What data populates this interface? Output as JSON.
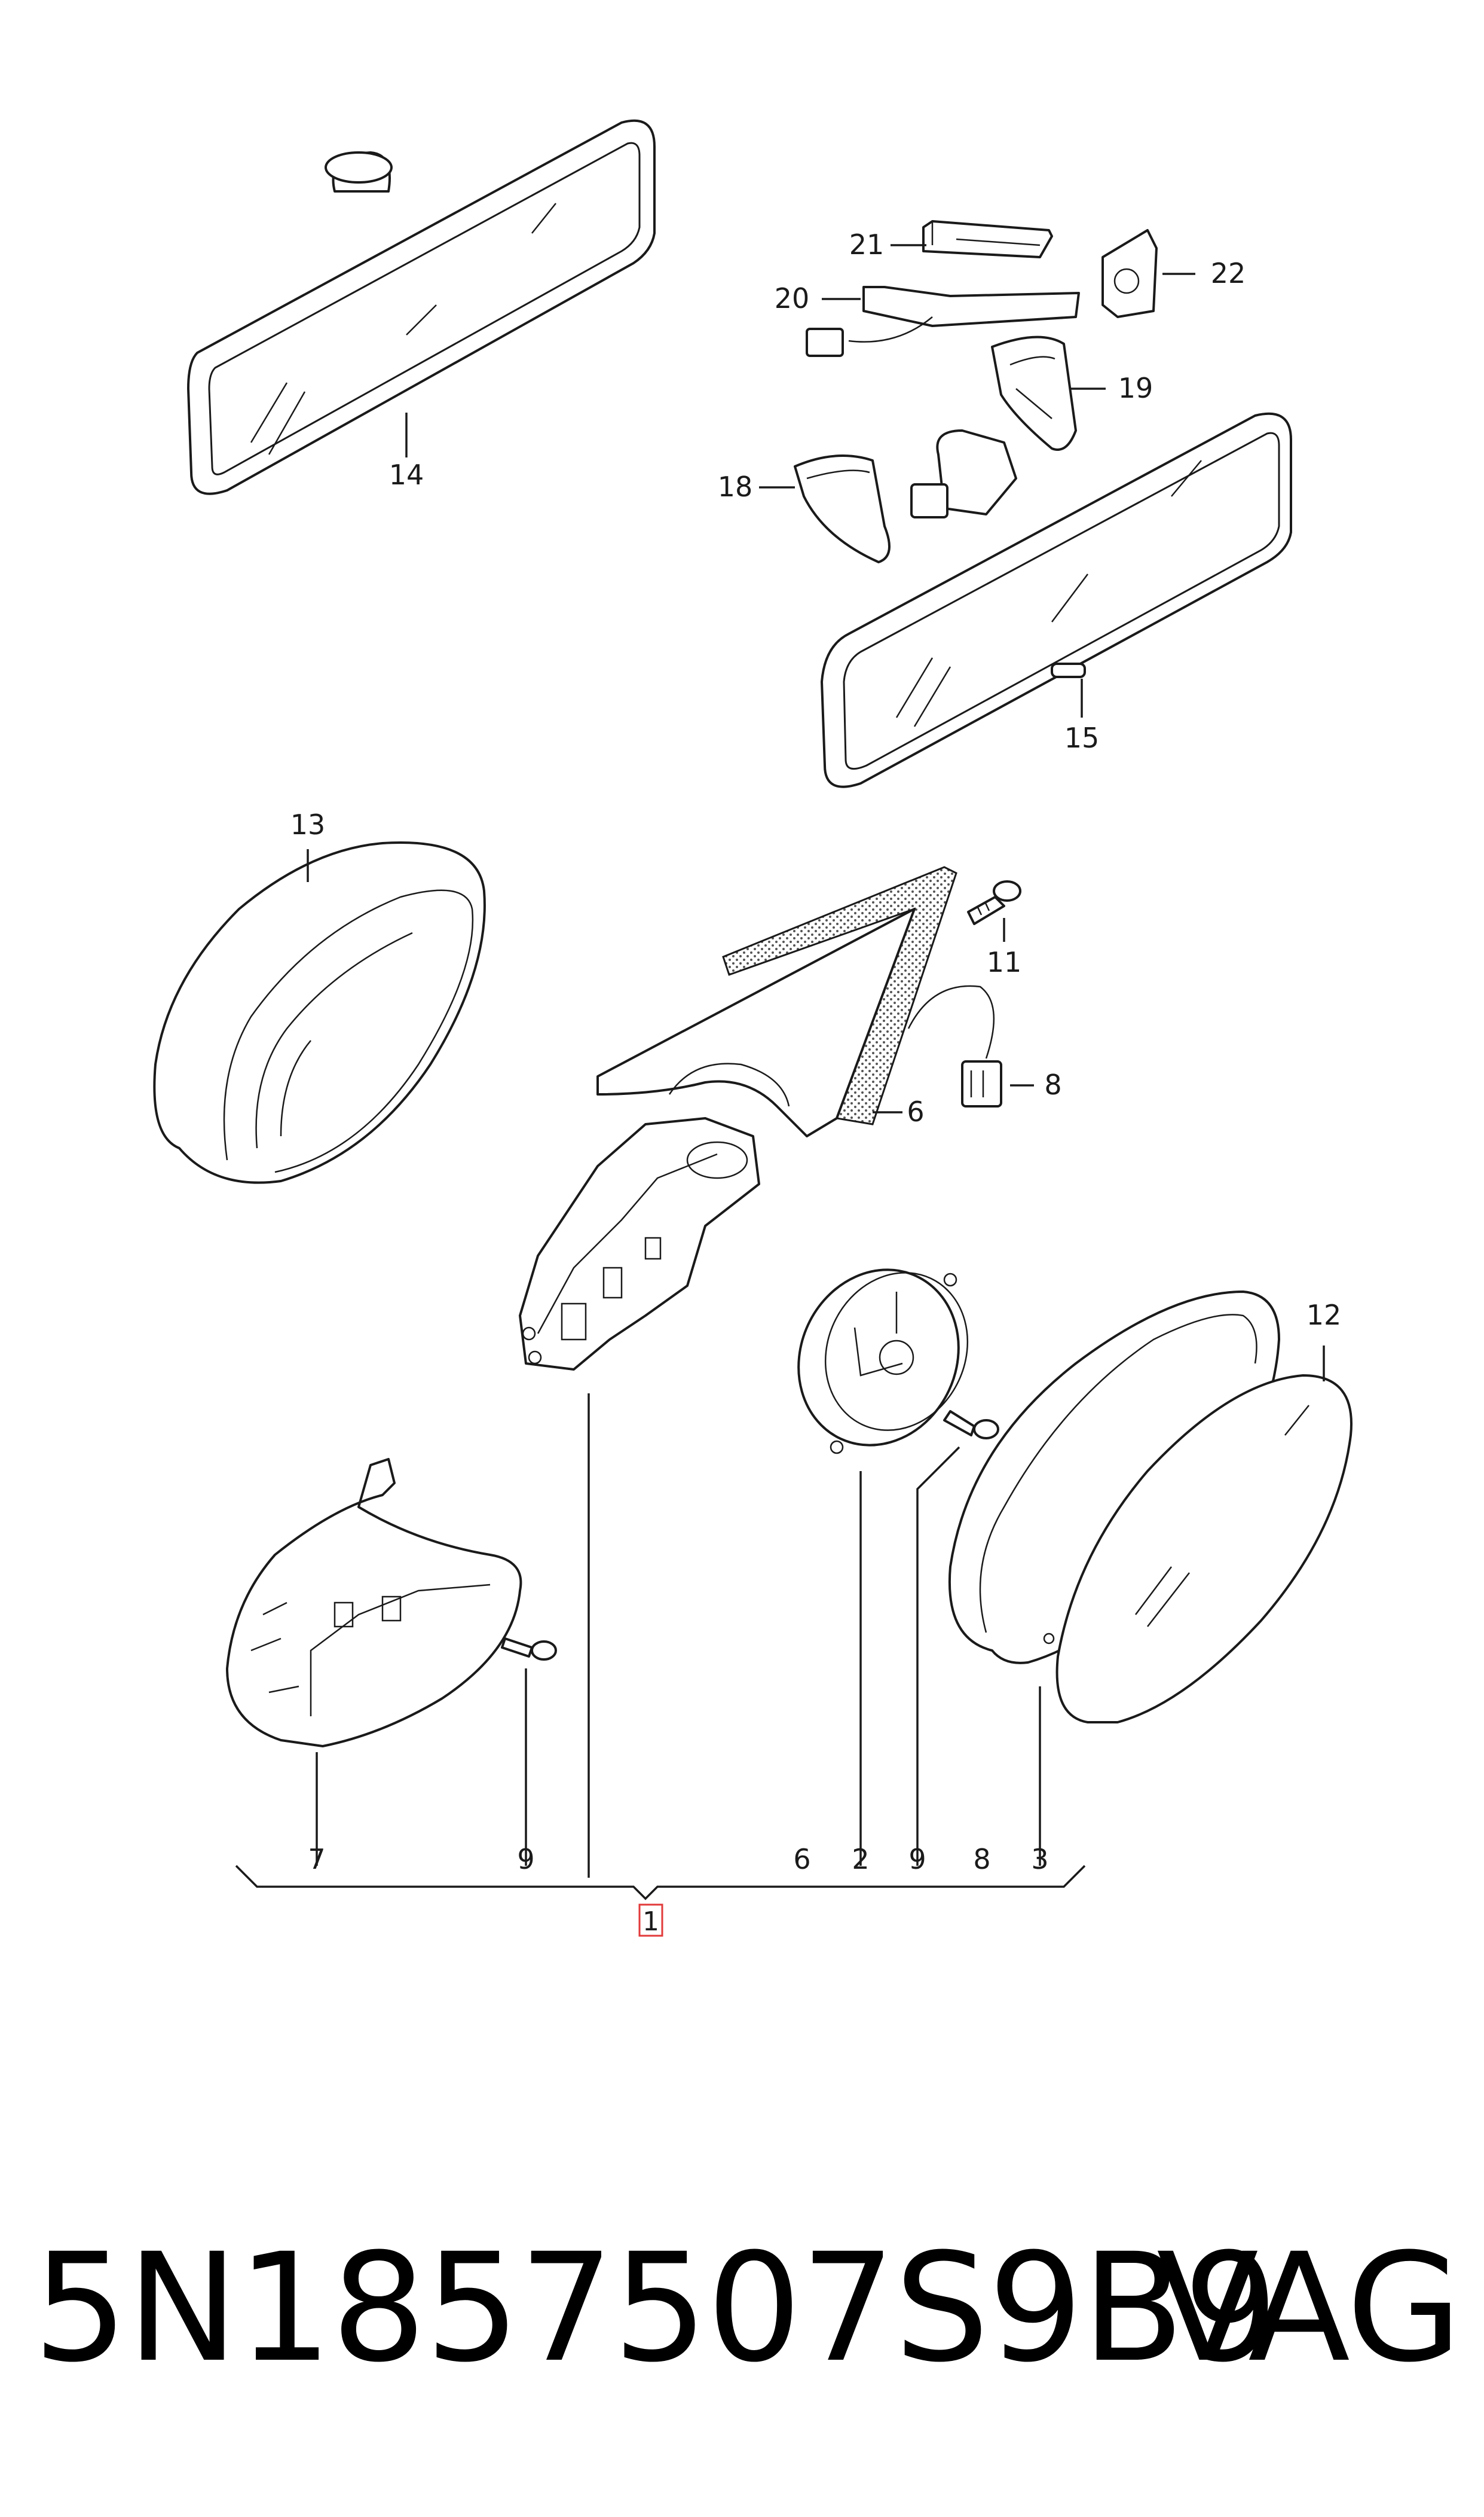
{
  "callouts": {
    "c1": "1",
    "c2": "2",
    "c3": "3",
    "c6a": "6",
    "c6b": "6",
    "c7": "7",
    "c8a": "8",
    "c8b": "8",
    "c9a": "9",
    "c9b": "9",
    "c11": "11",
    "c12": "12",
    "c13": "13",
    "c14": "14",
    "c15": "15",
    "c18": "18",
    "c19": "19",
    "c20": "20",
    "c21": "21",
    "c22": "22"
  },
  "footer": {
    "part_number": "5N1857507S9B9",
    "brand": "VAG"
  },
  "colors": {
    "line": "#1a1a1a",
    "highlight_box": "#e23a3a",
    "background": "#ffffff"
  }
}
